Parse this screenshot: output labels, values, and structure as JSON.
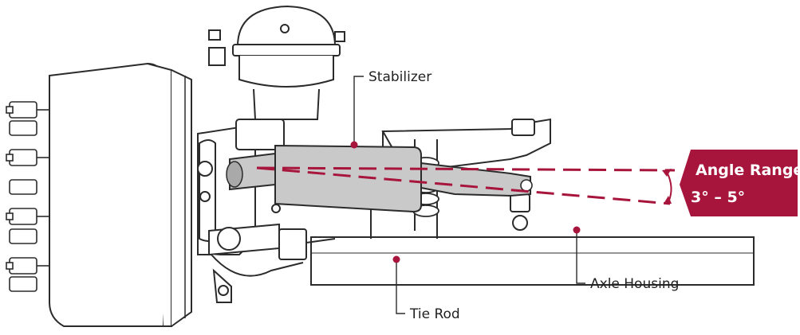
{
  "diagram": {
    "labels": {
      "stabilizer": "Stabilizer",
      "axle_housing": "Axle Housing",
      "tie_rod": "Tie Rod"
    },
    "badge": {
      "title": "Angle Range",
      "value": "3° – 5°"
    },
    "colors": {
      "accent": "#A8153C",
      "line": "#2b2b2b",
      "shade": "#c9c9c9",
      "shade_dark": "#a9a9a9"
    }
  }
}
